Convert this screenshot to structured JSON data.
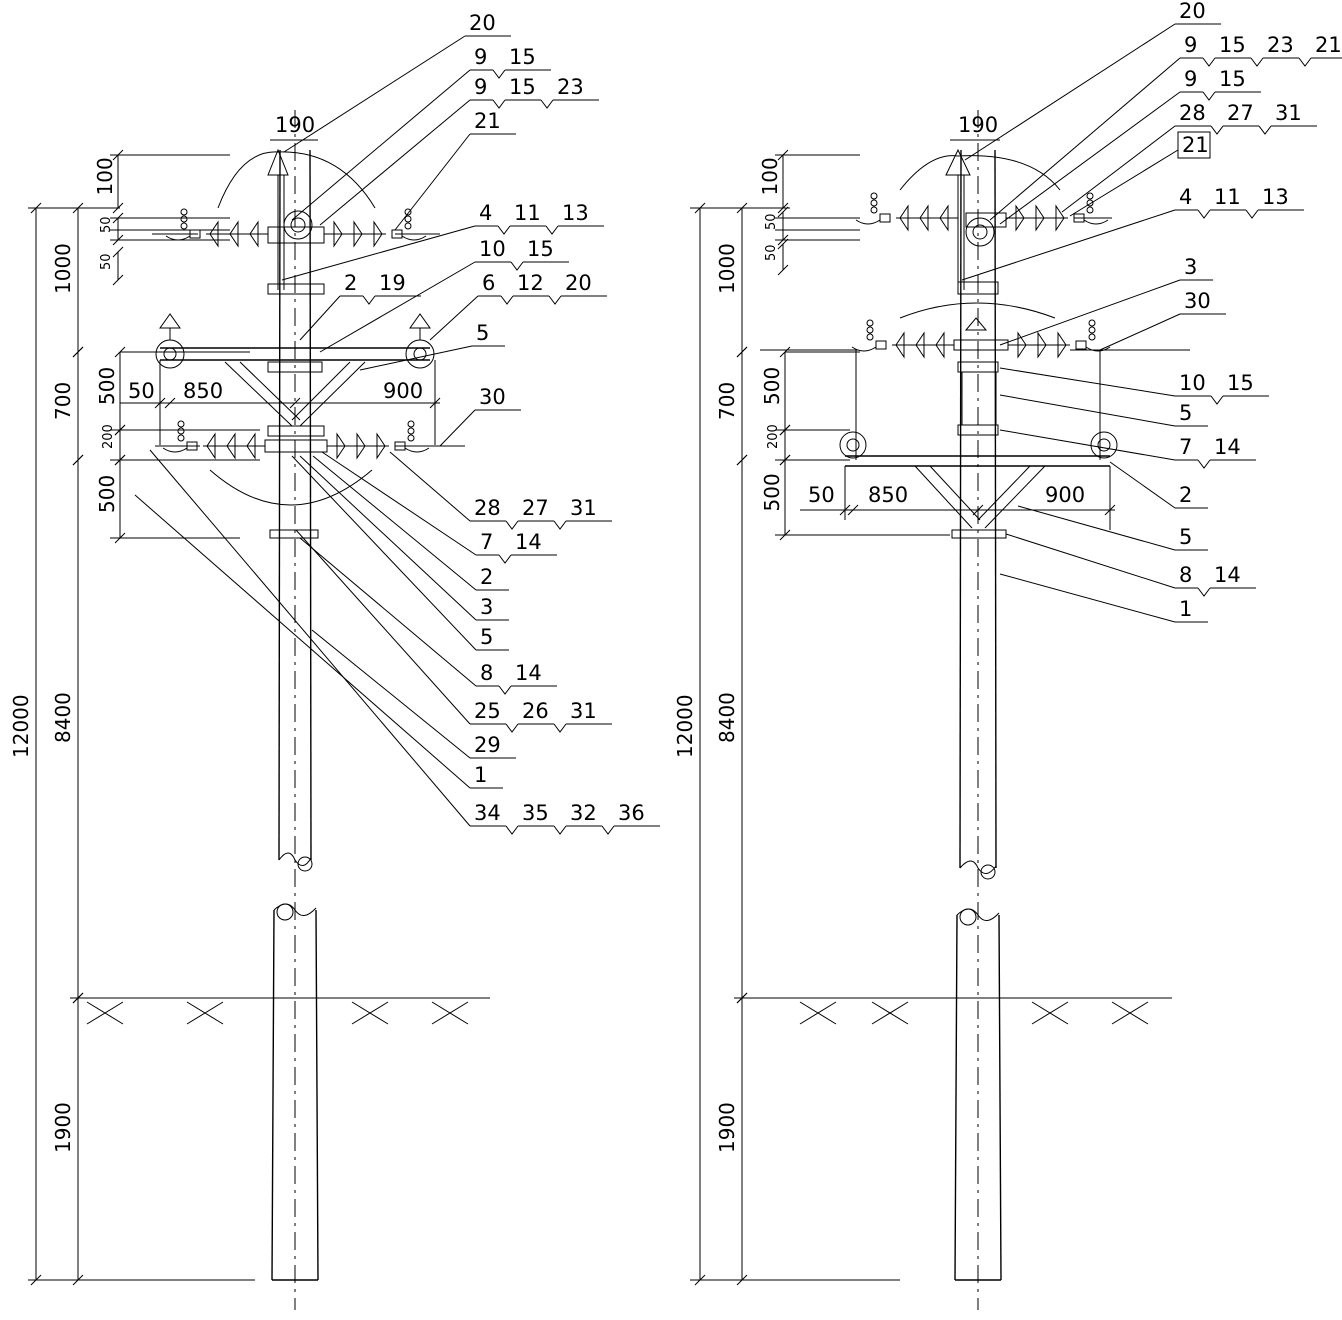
{
  "left": {
    "dims_v": {
      "total": "12000",
      "above": "8400",
      "below": "1900",
      "top1": "1000",
      "gap1": "700",
      "s100": "100",
      "s50a": "50",
      "s50b": "50",
      "s500a": "500",
      "s200": "200",
      "s500b": "500"
    },
    "dims_h": {
      "top": "190",
      "d50": "50",
      "d850": "850",
      "d900": "900"
    },
    "callouts": [
      {
        "nums": [
          "20"
        ]
      },
      {
        "nums": [
          "9",
          "15"
        ]
      },
      {
        "nums": [
          "9",
          "15",
          "23"
        ]
      },
      {
        "nums": [
          "21"
        ]
      },
      {
        "nums": [
          "4",
          "11",
          "13"
        ]
      },
      {
        "nums": [
          "10",
          "15"
        ]
      },
      {
        "nums": [
          "2",
          "19"
        ]
      },
      {
        "nums": [
          "6",
          "12",
          "20"
        ]
      },
      {
        "nums": [
          "5"
        ]
      },
      {
        "nums": [
          "30"
        ]
      },
      {
        "nums": [
          "28",
          "27",
          "31"
        ]
      },
      {
        "nums": [
          "7",
          "14"
        ]
      },
      {
        "nums": [
          "2"
        ]
      },
      {
        "nums": [
          "3"
        ]
      },
      {
        "nums": [
          "5"
        ]
      },
      {
        "nums": [
          "8",
          "14"
        ]
      },
      {
        "nums": [
          "25",
          "26",
          "31"
        ]
      },
      {
        "nums": [
          "29"
        ]
      },
      {
        "nums": [
          "1"
        ]
      },
      {
        "nums": [
          "34",
          "35",
          "32",
          "36"
        ]
      }
    ]
  },
  "right": {
    "dims_v": {
      "total": "12000",
      "above": "8400",
      "below": "1900",
      "top1": "1000",
      "gap1": "700",
      "s100": "100",
      "s50a": "50",
      "s50b": "50",
      "s500a": "500",
      "s200": "200",
      "s500b": "500"
    },
    "dims_h": {
      "top": "190",
      "d50": "50",
      "d850": "850",
      "d900": "900"
    },
    "callouts": [
      {
        "nums": [
          "20"
        ]
      },
      {
        "nums": [
          "9",
          "15",
          "23",
          "21"
        ]
      },
      {
        "nums": [
          "9",
          "15"
        ]
      },
      {
        "nums": [
          "28",
          "27",
          "31"
        ]
      },
      {
        "nums": [
          "21"
        ]
      },
      {
        "nums": [
          "4",
          "11",
          "13"
        ]
      },
      {
        "nums": [
          "3"
        ]
      },
      {
        "nums": [
          "30"
        ]
      },
      {
        "nums": [
          "10",
          "15"
        ]
      },
      {
        "nums": [
          "5"
        ]
      },
      {
        "nums": [
          "7",
          "14"
        ]
      },
      {
        "nums": [
          "2"
        ]
      },
      {
        "nums": [
          "5"
        ]
      },
      {
        "nums": [
          "8",
          "14"
        ]
      },
      {
        "nums": [
          "1"
        ]
      }
    ]
  }
}
